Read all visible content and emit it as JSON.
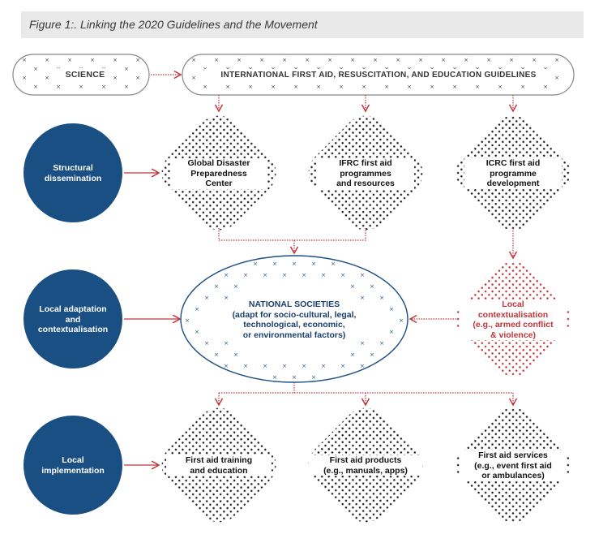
{
  "caption": "Figure 1:. Linking the 2020 Guidelines and the Movement",
  "top": {
    "science": "SCIENCE",
    "guidelines": "INTERNATIONAL FIRST AID, RESUSCITATION, AND EDUCATION GUIDELINES"
  },
  "levels": [
    {
      "lines": [
        "Structural",
        "dissemination"
      ]
    },
    {
      "lines": [
        "Local adaptation",
        "and",
        "contextualisation"
      ]
    },
    {
      "lines": [
        "Local",
        "implementation"
      ]
    }
  ],
  "row1": [
    {
      "lines": [
        "Global Disaster",
        "Preparedness",
        "Center"
      ]
    },
    {
      "lines": [
        "IFRC first aid",
        "programmes",
        "and resources"
      ]
    },
    {
      "lines": [
        "ICRC first aid",
        "programme",
        "development"
      ]
    }
  ],
  "national_societies": {
    "lines": [
      "NATIONAL SOCIETIES",
      "(adapt for socio-cultural, legal,",
      "technological, economic,",
      "or environmental factors)"
    ]
  },
  "local_context": {
    "lines": [
      "Local",
      "contextualisation",
      "(e.g., armed conflict",
      "& violence)"
    ]
  },
  "row3": [
    {
      "lines": [
        "First aid training",
        "and education"
      ]
    },
    {
      "lines": [
        "First aid products",
        "(e.g., manuals, apps)"
      ]
    },
    {
      "lines": [
        "First aid services",
        "(e.g., event first aid",
        "or ambulances)"
      ]
    }
  ],
  "colors": {
    "navy": "#1a4f84",
    "red": "#c0353a",
    "dots": "#1f1f1f"
  }
}
